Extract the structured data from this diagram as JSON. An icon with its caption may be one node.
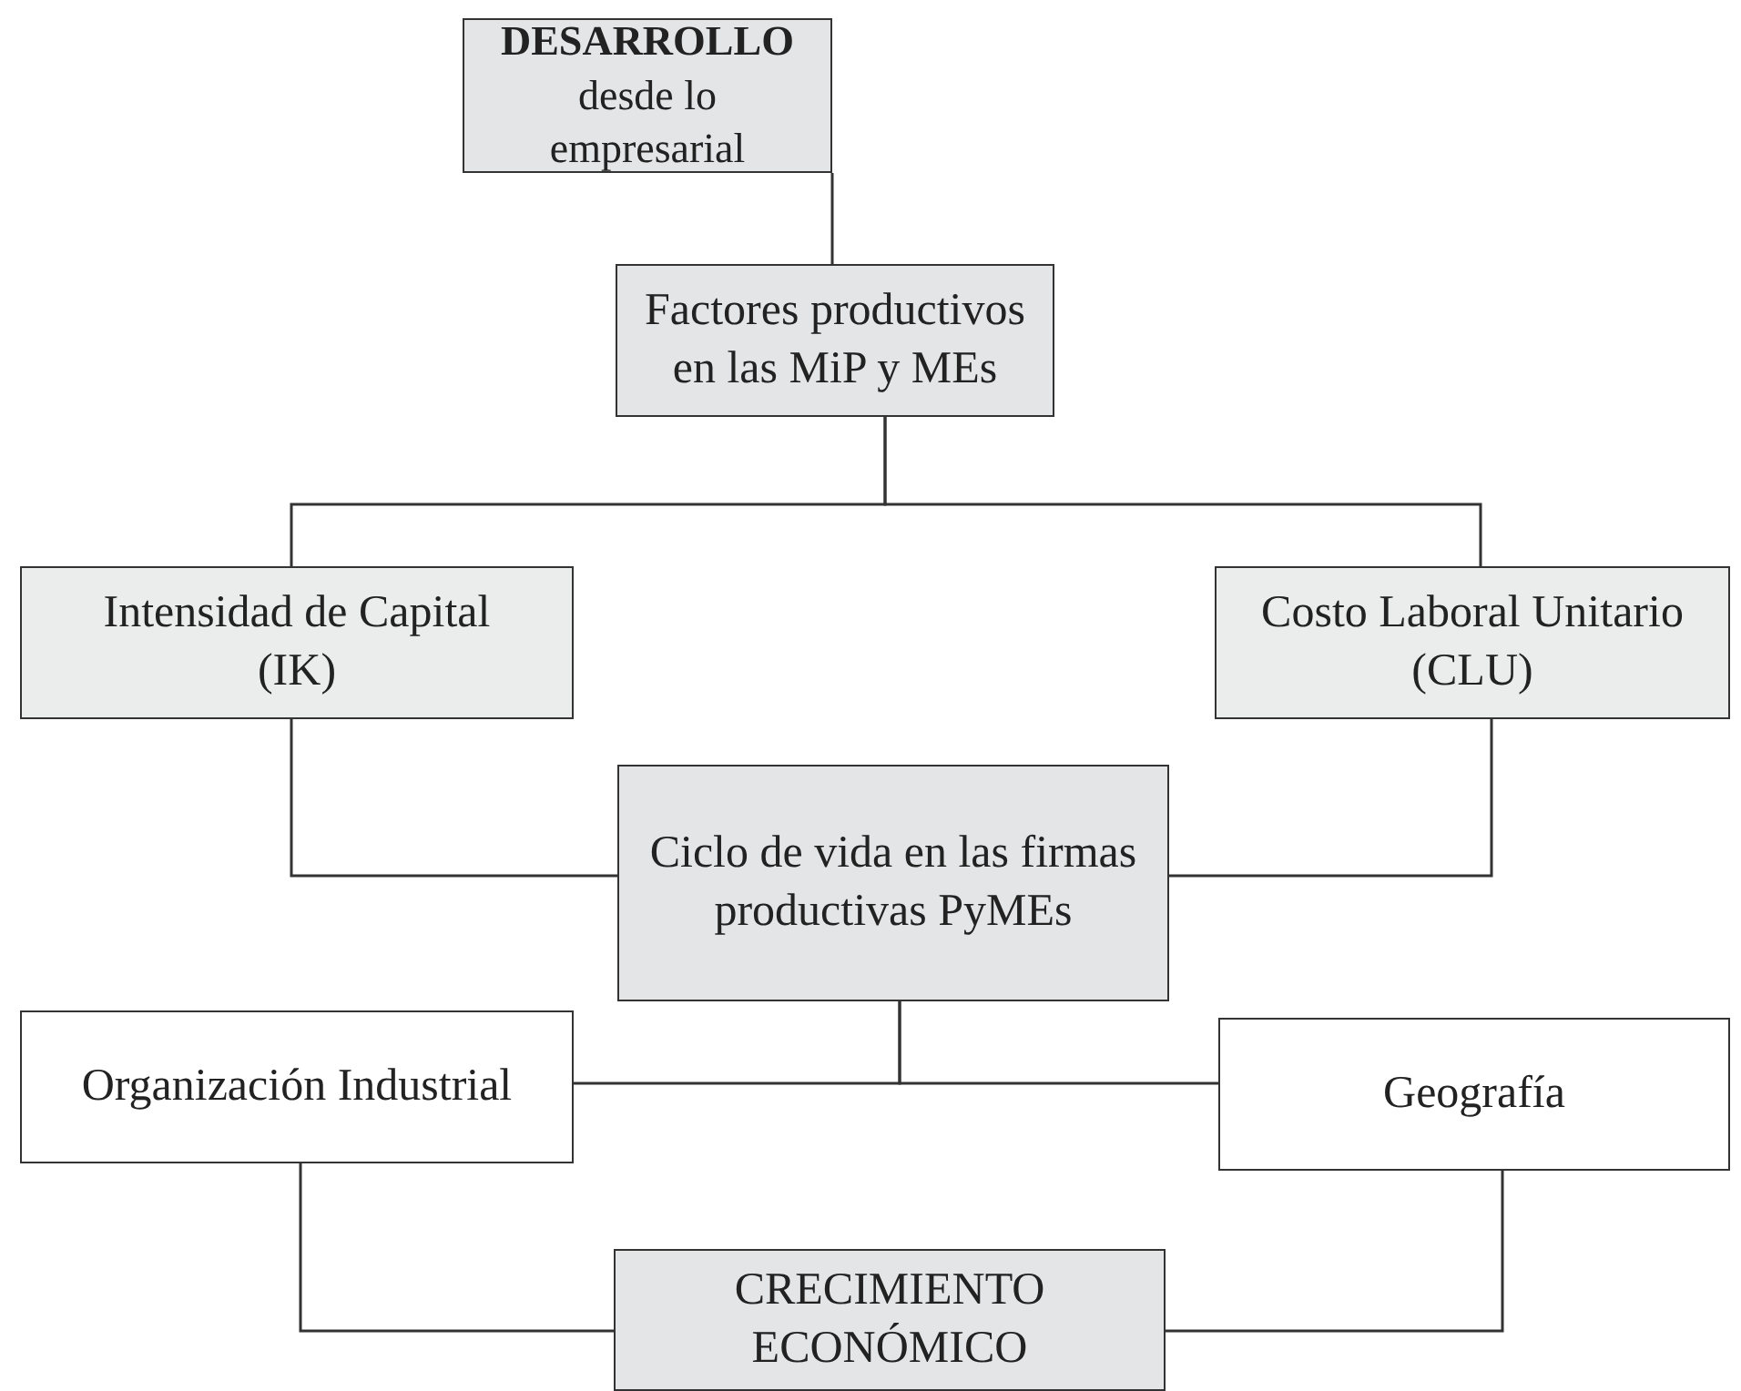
{
  "diagram": {
    "nodes": [
      {
        "text": [
          "DESARROLLO",
          "desde lo empresarial"
        ]
      },
      {
        "text": [
          "Factores productivos en las MiP y MEs"
        ]
      },
      {
        "text": [
          "Intensidad de Capital (IK)"
        ]
      },
      {
        "text": [
          "Costo Laboral Unitario (CLU)"
        ]
      },
      {
        "text": [
          "Ciclo de vida en las firmas productivas PyMEs"
        ]
      },
      {
        "text": [
          "Organización Industrial"
        ]
      },
      {
        "text": [
          "Geografía"
        ]
      },
      {
        "text": [
          "CRECIMIENTO ECONÓMICO"
        ]
      }
    ],
    "edges": [
      {
        "from": 0,
        "to": 1,
        "arrow": "none"
      },
      {
        "from": 1,
        "to": 2,
        "arrow": "none"
      },
      {
        "from": 1,
        "to": 3,
        "arrow": "none"
      },
      {
        "from": 2,
        "to": 4,
        "arrow": "none"
      },
      {
        "from": 3,
        "to": 4,
        "arrow": "none"
      },
      {
        "from": 4,
        "to": 5,
        "arrow": "none"
      },
      {
        "from": 4,
        "to": 6,
        "arrow": "none"
      },
      {
        "from": 5,
        "to": 7,
        "arrow": "none"
      },
      {
        "from": 6,
        "to": 7,
        "arrow": "none"
      }
    ]
  }
}
